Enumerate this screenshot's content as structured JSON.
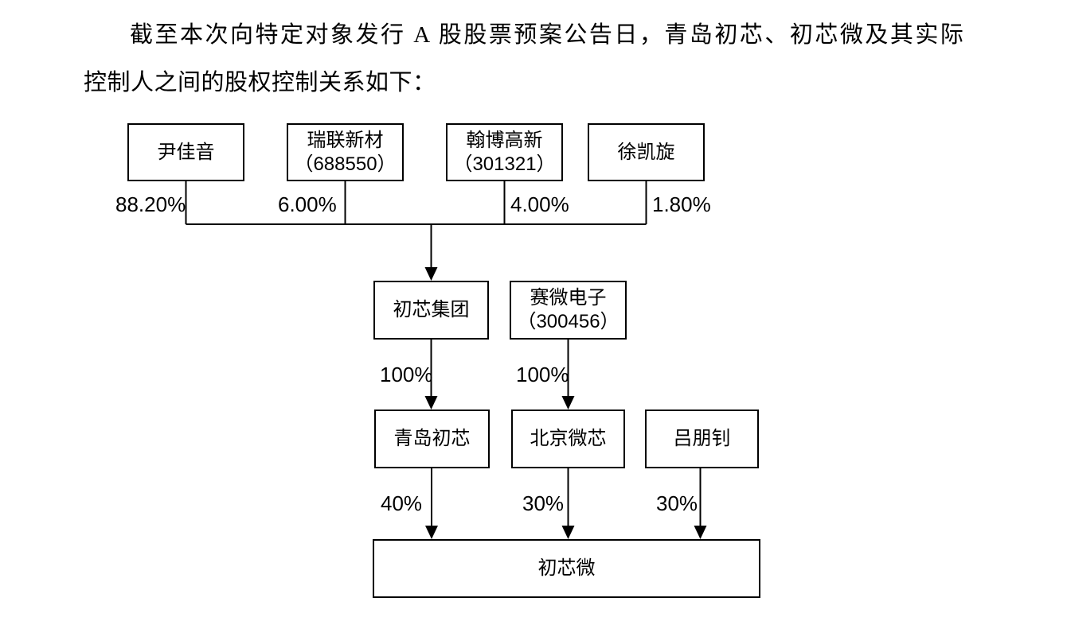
{
  "intro": {
    "line1": "截至本次向特定对象发行 A 股股票预案公告日，青岛初芯、初芯微及其实际",
    "line2": "控制人之间的股权控制关系如下："
  },
  "diagram": {
    "nodes": {
      "yin_jiayin": {
        "label": "尹佳音"
      },
      "ruilian_xincai": {
        "label": "瑞联新材",
        "code": "（688550）"
      },
      "hanbo_gaoxin": {
        "label": "翰博高新",
        "code": "（301321）"
      },
      "xu_kaixuan": {
        "label": "徐凯旋"
      },
      "chuxin_group": {
        "label": "初芯集团"
      },
      "saiwei_dianzi": {
        "label": "赛微电子",
        "code": "（300456）"
      },
      "qingdao_chuxin": {
        "label": "青岛初芯"
      },
      "beijing_weixin": {
        "label": "北京微芯"
      },
      "lv_pengzhao": {
        "label": "吕朋钊"
      },
      "chuxinwei": {
        "label": "初芯微"
      }
    },
    "percentages": {
      "yin_jiayin": "88.20%",
      "ruilian_xincai": "6.00%",
      "hanbo_gaoxin": "4.00%",
      "xu_kaixuan": "1.80%",
      "group_to_qingdao": "100%",
      "saiwei_to_beijing": "100%",
      "qingdao_to_chuxinwei": "40%",
      "beijing_to_chuxinwei": "30%",
      "lv_to_chuxinwei": "30%"
    },
    "colors": {
      "line": "#000000",
      "box_border": "#000000",
      "background": "#ffffff",
      "text": "#000000"
    }
  }
}
